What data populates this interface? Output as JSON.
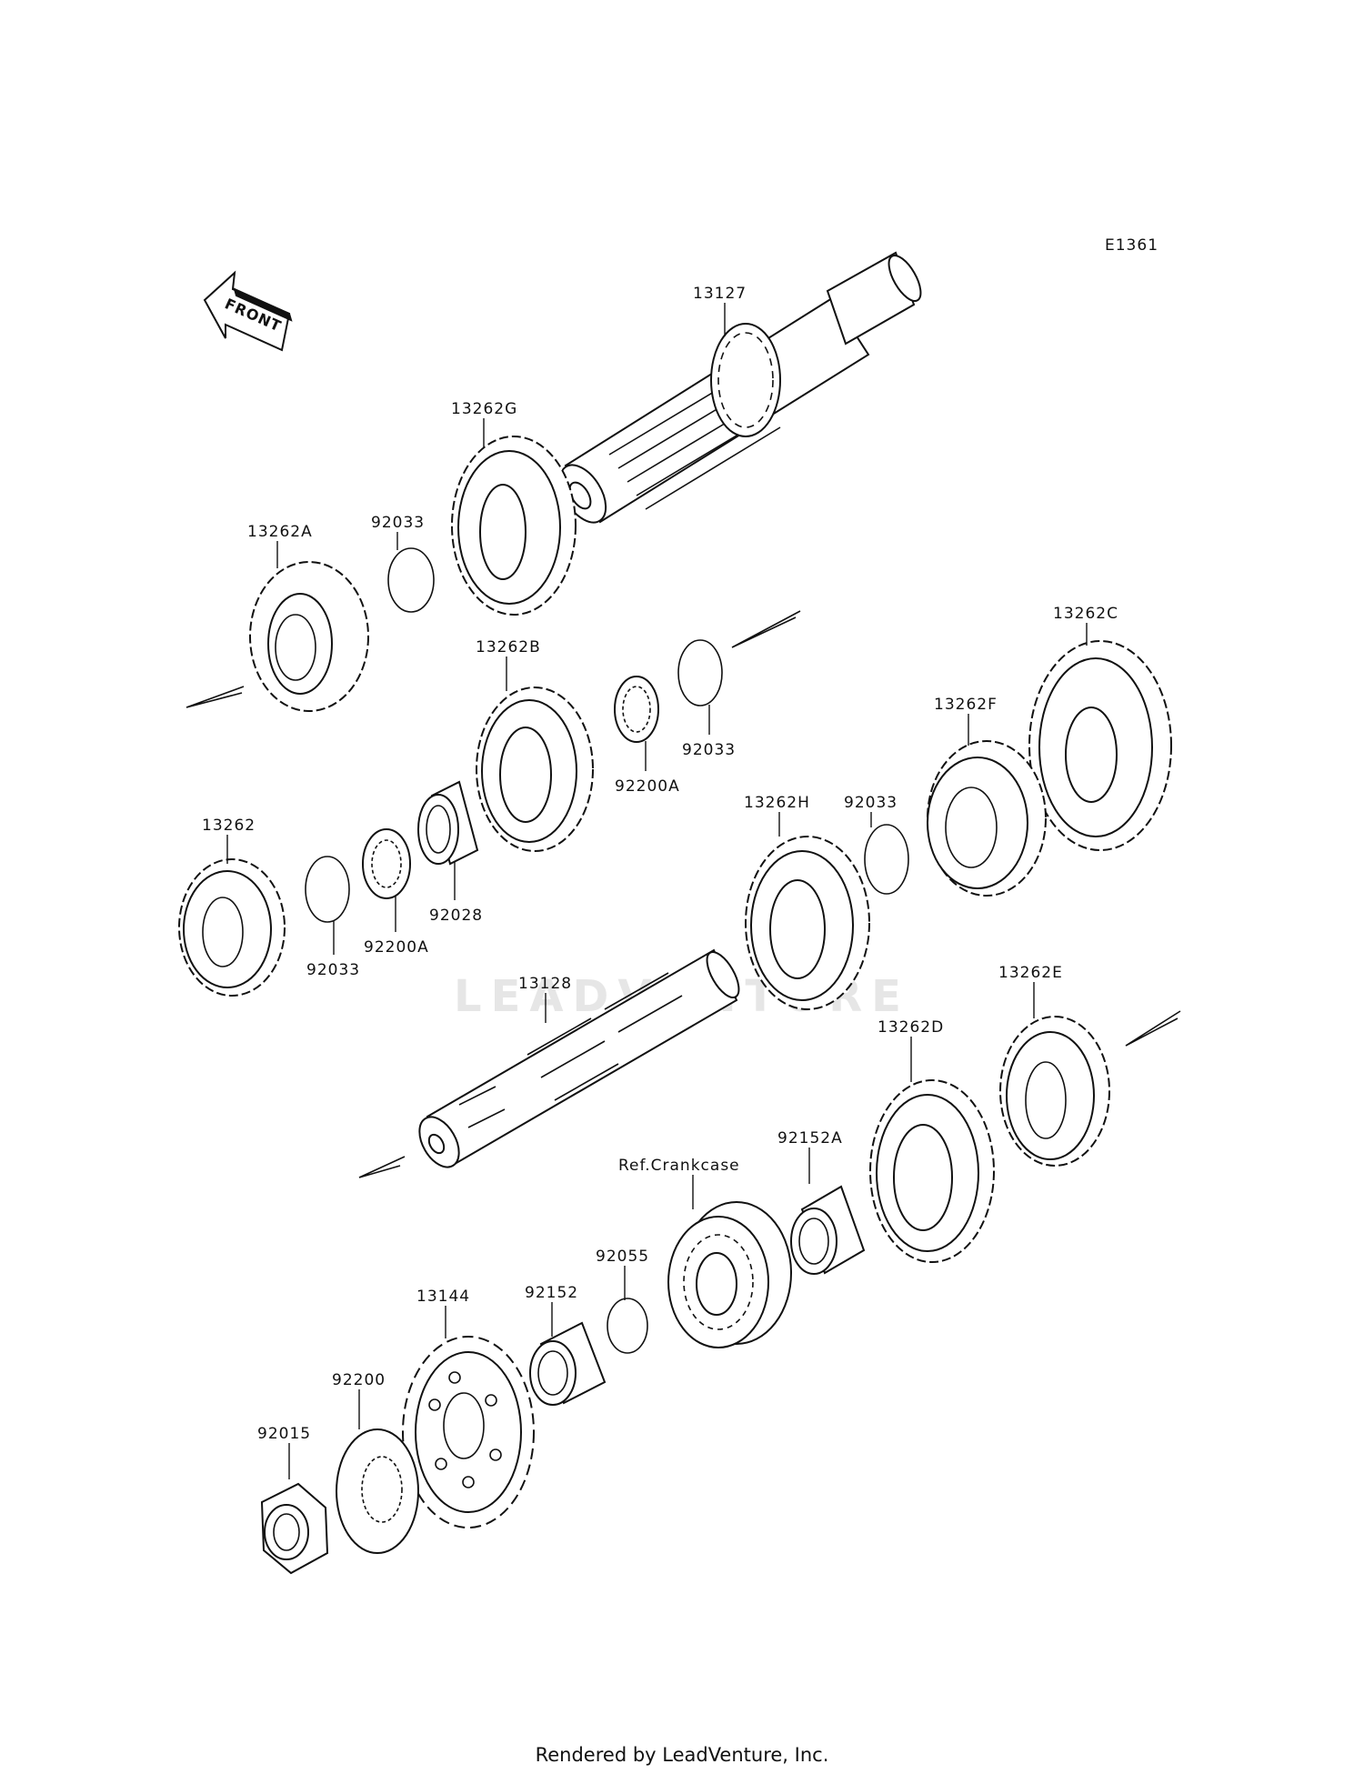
{
  "diagram": {
    "code": "E1361",
    "front_label": "FRONT",
    "watermark": "LEADVENTURE",
    "footer": "Rendered by LeadVenture, Inc."
  },
  "parts": {
    "p13127": "13127",
    "p13262G": "13262G",
    "p92033_top": "92033",
    "p13262A": "13262A",
    "p13262B": "13262B",
    "p92200A_upper": "92200A",
    "p92033_right": "92033",
    "p13262C": "13262C",
    "p13262F": "13262F",
    "p13262": "13262",
    "p92033_left": "92033",
    "p92200A_lower": "92200A",
    "p92028": "92028",
    "p13262H": "13262H",
    "p92033_mid": "92033",
    "p13128": "13128",
    "p13262E": "13262E",
    "p13262D": "13262D",
    "p92152A": "92152A",
    "ref_crankcase": "Ref.Crankcase",
    "p92055": "92055",
    "p92152": "92152",
    "p13144": "13144",
    "p92200": "92200",
    "p92015": "92015"
  }
}
